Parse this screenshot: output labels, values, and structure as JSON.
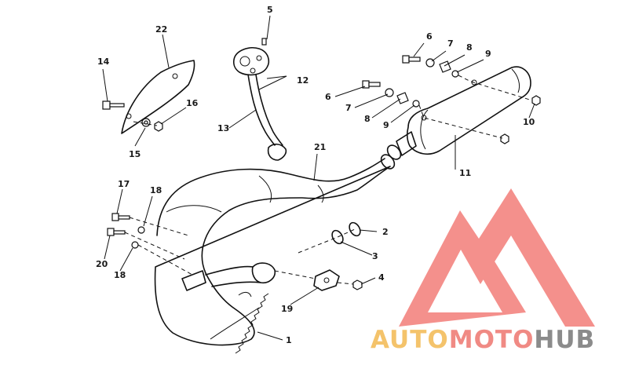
{
  "callouts": [
    {
      "id": "1",
      "text": "1"
    },
    {
      "id": "2",
      "text": "2"
    },
    {
      "id": "3",
      "text": "3"
    },
    {
      "id": "4",
      "text": "4"
    },
    {
      "id": "5",
      "text": "5"
    },
    {
      "id": "6a",
      "text": "6"
    },
    {
      "id": "6b",
      "text": "6"
    },
    {
      "id": "7a",
      "text": "7"
    },
    {
      "id": "7b",
      "text": "7"
    },
    {
      "id": "8a",
      "text": "8"
    },
    {
      "id": "8b",
      "text": "8"
    },
    {
      "id": "9a",
      "text": "9"
    },
    {
      "id": "9b",
      "text": "9"
    },
    {
      "id": "10",
      "text": "10"
    },
    {
      "id": "11",
      "text": "11"
    },
    {
      "id": "12",
      "text": "12"
    },
    {
      "id": "13",
      "text": "13"
    },
    {
      "id": "14",
      "text": "14"
    },
    {
      "id": "15",
      "text": "15"
    },
    {
      "id": "16",
      "text": "16"
    },
    {
      "id": "17",
      "text": "17"
    },
    {
      "id": "18a",
      "text": "18"
    },
    {
      "id": "18b",
      "text": "18"
    },
    {
      "id": "19",
      "text": "19"
    },
    {
      "id": "20",
      "text": "20"
    },
    {
      "id": "21",
      "text": "21"
    },
    {
      "id": "22",
      "text": "22"
    }
  ],
  "watermark": {
    "part1": "AUTO",
    "part2": "MOTO",
    "part3": "HUB",
    "colors": {
      "gold": "#f4c36b",
      "salmon": "#f08a84",
      "gray": "#8b8b8b",
      "logo": "#f27d78"
    }
  }
}
